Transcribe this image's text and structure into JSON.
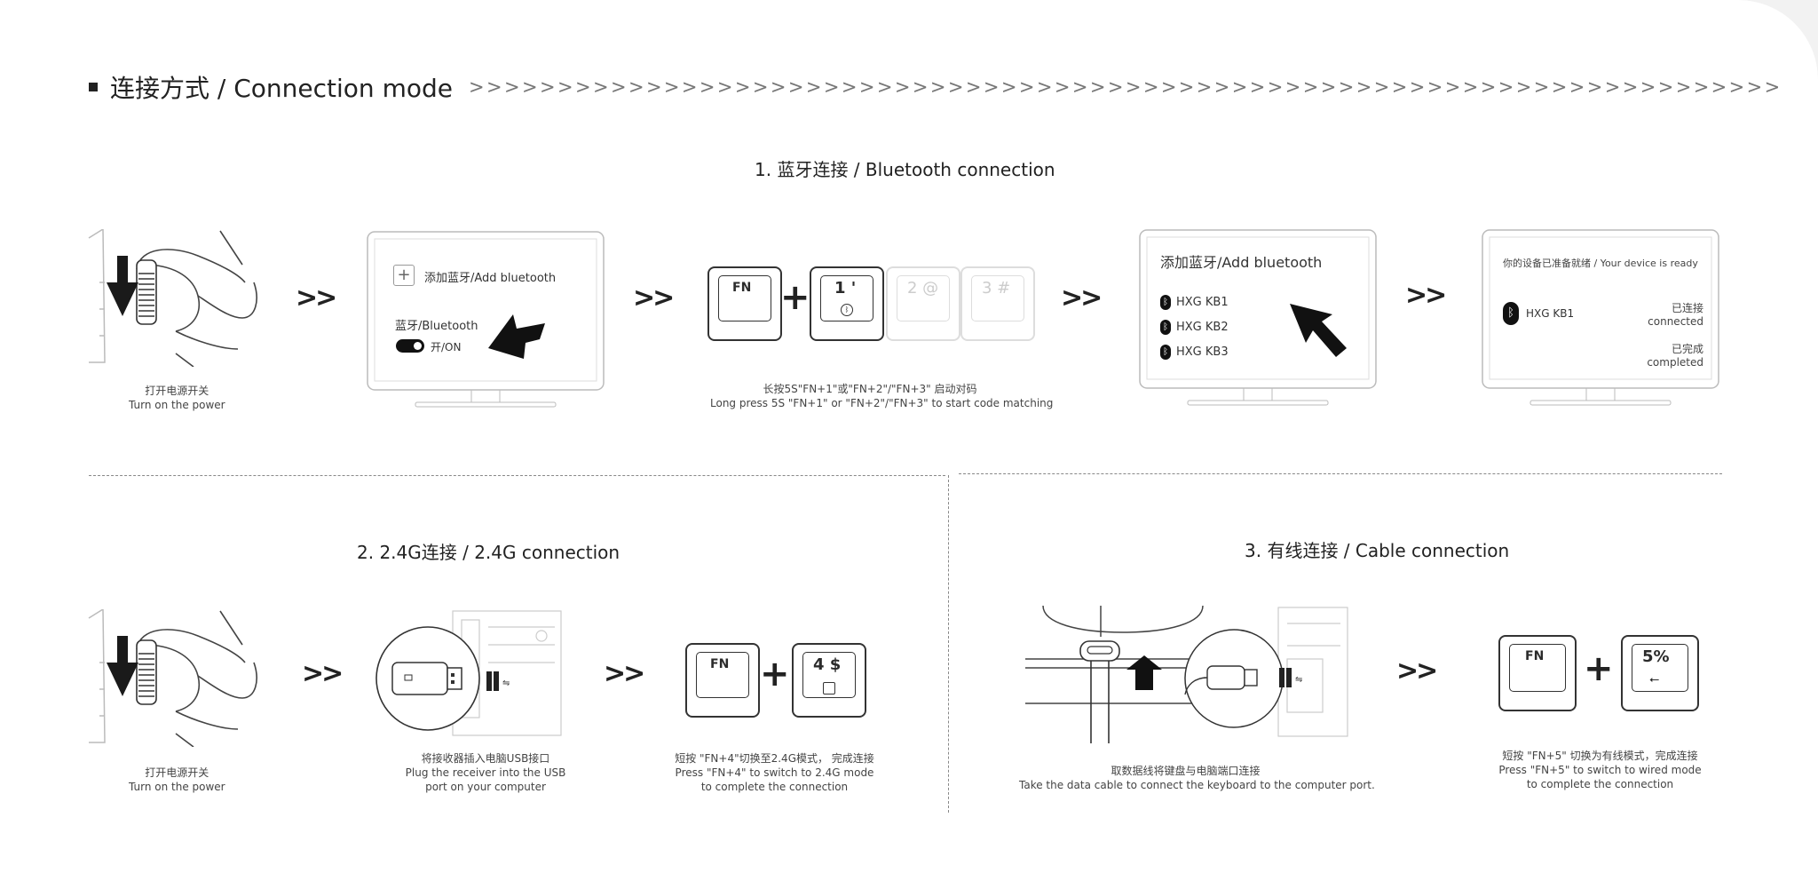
{
  "header": {
    "title": "连接方式 / Connection mode",
    "chevrons": ">>>>>>>>>>>>>>>>>>>>>>>>>>>>>>>>>>>>>>>>>>>>>>>>>>>>>>>>>>>>>>>>>>>>>>>>>>"
  },
  "arrow_glyph": ">>",
  "section1": {
    "title": "1.  蓝牙连接 / Bluetooth connection",
    "power_cn": "打开电源开关",
    "power_en": "Turn on the power",
    "monitor1": {
      "plus": "+",
      "add": "添加蓝牙/Add bluetooth",
      "bt_label": "蓝牙/Bluetooth",
      "toggle": "开/ON"
    },
    "keys": {
      "fn": "FN",
      "plus": "+",
      "k1": "1 '",
      "k2": "2 @",
      "k3": "3 #"
    },
    "keys_cn": "长按5S\"FN+1\"或\"FN+2\"/\"FN+3\" 启动对码",
    "keys_en": "Long press 5S \"FN+1\" or \"FN+2\"/\"FN+3\" to start code matching",
    "monitor2": {
      "title": "添加蓝牙/Add bluetooth",
      "devices": [
        "HXG KB1",
        "HXG KB2",
        "HXG KB3"
      ]
    },
    "monitor3": {
      "title": "你的设备已准备就绪 / Your device is ready",
      "device": "HXG KB1",
      "connected_cn": "已连接",
      "connected_en": "connected",
      "completed_cn": "已完成",
      "completed_en": "completed"
    }
  },
  "section2": {
    "title": "2.  2.4G连接 / 2.4G connection",
    "power_cn": "打开电源开关",
    "power_en": "Turn on the power",
    "receiver_cn": "将接收器插入电脑USB接口",
    "receiver_en1": "Plug the receiver into the USB",
    "receiver_en2": "port on your computer",
    "keys": {
      "fn": "FN",
      "plus": "+",
      "k4": "4 $"
    },
    "keys_cn": "短按 \"FN+4\"切换至2.4G模式，  完成连接",
    "keys_en1": "Press \"FN+4\" to switch to 2.4G mode",
    "keys_en2": "to complete the connection"
  },
  "section3": {
    "title": "3.  有线连接 / Cable connection",
    "cable_cn": "取数据线将键盘与电脑端口连接",
    "cable_en": "Take the data cable to connect the keyboard to the computer port.",
    "keys": {
      "fn": "FN",
      "plus": "+",
      "k5": "5%"
    },
    "keys_cn": "短按 \"FN+5\" 切换为有线模式，完成连接",
    "keys_en1": "Press \"FN+5\" to switch to wired mode",
    "keys_en2": "to complete the connection"
  }
}
